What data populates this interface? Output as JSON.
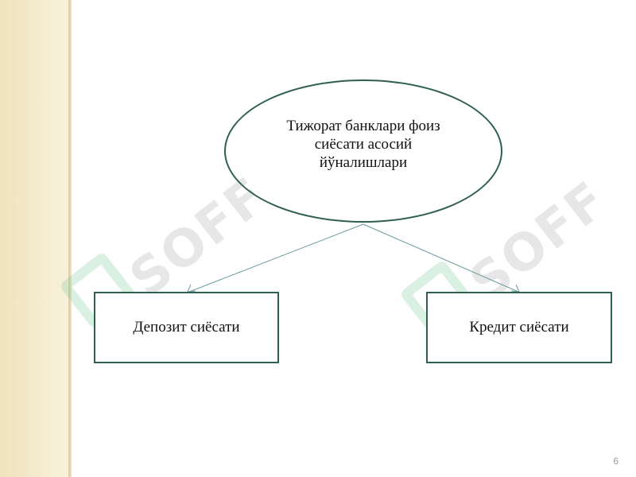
{
  "slide": {
    "page_number": "6",
    "watermark_text": "SOFF"
  },
  "diagram": {
    "root": {
      "label": "Тижорат банклари фоиз сиёсати асосий йўналишлари"
    },
    "children": [
      {
        "label": "Депозит сиёсати"
      },
      {
        "label": "Кредит сиёсати"
      }
    ]
  },
  "colors": {
    "shape_border": "#2e5f4f",
    "connector": "#6f9aa0",
    "side_band": "#f2e8c9"
  }
}
